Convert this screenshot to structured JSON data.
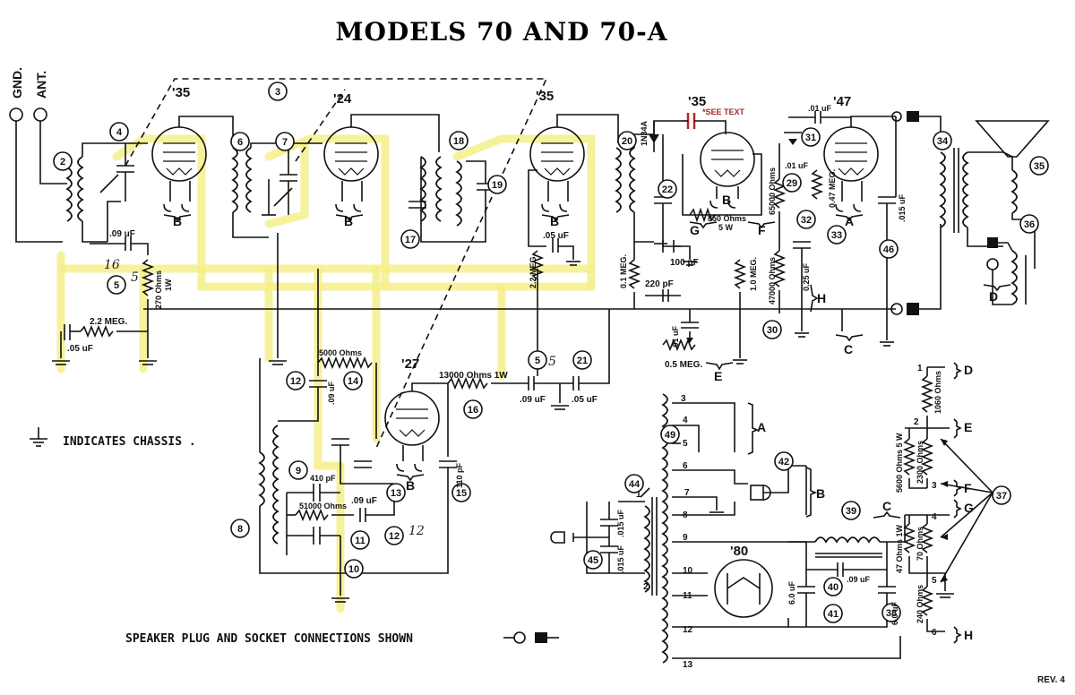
{
  "title": "MODELS 70 AND 70-A",
  "revision": "REV. 4",
  "antenna": {
    "gnd_label": "GND.",
    "ant_label": "ANT."
  },
  "tubes": {
    "t1": "'35",
    "t2": "'24",
    "t3": "'35",
    "t4": "'35",
    "t5": "'47",
    "t6": "'27",
    "t7": "'80"
  },
  "heater_letters": {
    "b1": "B",
    "b2": "B",
    "b3": "B",
    "b4": "B",
    "a": "A",
    "b6": "B",
    "g": "G",
    "f": "F",
    "h": "H",
    "c": "C",
    "d": "D",
    "e": "E"
  },
  "parts": {
    "p2": "2",
    "p3": "3",
    "p4": "4",
    "p5": "5",
    "p6": "6",
    "p7": "7",
    "p8": "8",
    "p9": "9",
    "p10": "10",
    "p11": "11",
    "p12": "12",
    "p12b": "12",
    "p13": "13",
    "p14": "14",
    "p15": "15",
    "p16": "16",
    "p17": "17",
    "p18": "18",
    "p19": "19",
    "p20": "20",
    "p21": "21",
    "p22": "22",
    "p29": "29",
    "p30": "30",
    "p31": "31",
    "p32": "32",
    "p33": "33",
    "p34": "34",
    "p35": "35",
    "p36": "36",
    "p37": "37",
    "p38": "38",
    "p39": "39",
    "p40": "40",
    "p41": "41",
    "p42": "42",
    "p44": "44",
    "p45": "45",
    "p46": "46",
    "p49": "49"
  },
  "values": {
    "v_09uf_a": ".09 uF",
    "v_05uf_a": ".05 uF",
    "v_22meg_a": "2.2 MEG.",
    "v_270": "270 Ohms",
    "v_1w_a": "1W",
    "v_5000": "5000 Ohms",
    "v_09uf_b": ".09 uF",
    "v_13000": "13000 Ohms 1W",
    "v_09uf_c": ".09 uF",
    "v_05uf_c": ".05 uF",
    "v_05uf_b": ".05 uF",
    "v_22meg_b": "2.2 MEG.",
    "v_1n34a": "1N34A",
    "v_see": "*SEE TEXT",
    "v_100pf": "100 pF",
    "v_220pf": "220 pF",
    "v_01meg": "0.1 MEG.",
    "v_850": "850 Ohms",
    "v_5w": "5 W",
    "v_10meg": "1.0 MEG.",
    "v_01uf_a": ".01 uF",
    "v_05meg": "0.5 MEG.",
    "v_65000": "65000 Ohms",
    "v_47000": "47000 Ohms",
    "v_01uf_b": ".01 uF",
    "v_01uf_c": ".01 uF",
    "v_047meg": "0.47 MEG.",
    "v_025uf": "0.25 uF",
    "v_015uf_a": ".015 uF",
    "v_410pf": "410 pF",
    "v_51000": "51000 Ohms",
    "v_09uf_d": ".09 uF",
    "v_110pf": "110 pF",
    "v_015uf_b": ".015 uF",
    "v_015uf_c": ".015 uF",
    "v_60uf_a": "6.0 uF",
    "v_09uf_e": ".09 uF",
    "v_60uf_b": "6.0 uF",
    "v_1060": "1060 Ohms",
    "v_5600": "5600 Ohms 5 W",
    "v_2300": "2300 Ohms",
    "v_47ohm": "47 Ohms 1W",
    "v_70ohm": "70 Ohms",
    "v_240": "240 Ohms"
  },
  "pins": {
    "n1": "1",
    "n2": "2",
    "n3": "3",
    "n4": "4",
    "n5": "5",
    "n6": "6",
    "n7": "7",
    "n8": "8",
    "n9": "9",
    "n10": "10",
    "n11": "11",
    "n12": "12",
    "n13": "13",
    "r1": "1",
    "r2": "2",
    "r3": "3",
    "r4": "4",
    "r5": "5",
    "r6": "6"
  },
  "brackets": {
    "a": "A",
    "b": "B",
    "c": "C",
    "d": "D",
    "e": "E",
    "f": "F",
    "g": "G",
    "h": "H"
  },
  "handwritten": {
    "h1": "5",
    "h2": "5",
    "h3": "12",
    "h4": "16"
  },
  "legend": {
    "chassis": "INDICATES CHASSIS .",
    "speaker": "SPEAKER PLUG AND SOCKET CONNECTIONS SHOWN"
  }
}
